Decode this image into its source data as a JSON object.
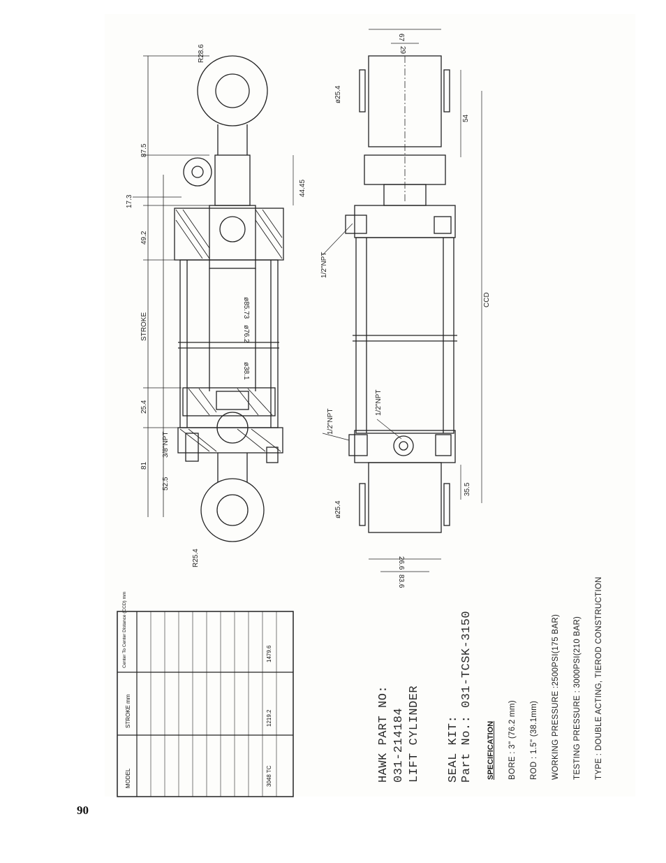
{
  "page_number": "90",
  "part": {
    "hawk_part_label": "HAWK PART NO:",
    "hawk_part_no": "031-214184",
    "description": "LIFT CYLINDER",
    "seal_kit_label": "SEAL KIT:",
    "seal_kit_part": "Part No.: 031-TCSK-3150"
  },
  "specification": {
    "heading": "SPECIFICATION",
    "lines": [
      "BORE  :  3\" (76.2  mm)",
      "ROD    :  1.5\" (38.1mm)",
      "WORKING  PRESSURE  :2500PSI(175  BAR)",
      "TESTING  PRESSURE  :  3000PSI(210  BAR)",
      "TYPE  :  DOUBLE  ACTING,  TIEROD  CONSTRUCTION"
    ]
  },
  "table": {
    "headers": [
      "MODEL",
      "STROKE mm",
      "Center To Center Distance (CCD) mm"
    ],
    "rows": [
      [
        "3048 TC",
        "1219.2",
        "1479.6"
      ]
    ]
  },
  "dimensions": {
    "top_view": [
      "R28.6",
      "87.5",
      "44.45",
      "17.3",
      "49.2",
      "STROKE",
      "25.4",
      "81",
      "52.5",
      "3/8\"NPT",
      "R25.4"
    ],
    "inner_diameters": [
      "ø85.73",
      "ø76.2",
      "ø38.1"
    ],
    "side_view": [
      "67",
      "29",
      "ø25.4",
      "54",
      "1/2\"NPT",
      "CCD",
      "1/2\"NPT",
      "1/2\"NPT",
      "35.5",
      "ø25.4",
      "26.6",
      "83.6"
    ]
  }
}
